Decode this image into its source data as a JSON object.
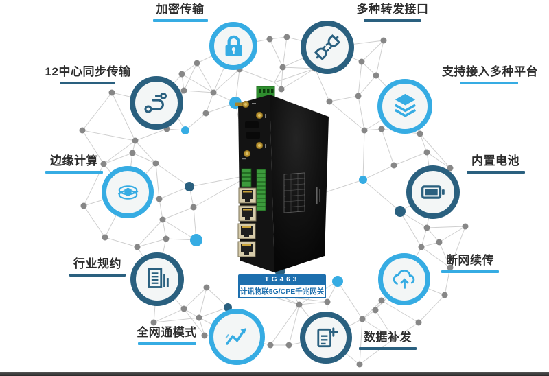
{
  "product": {
    "model": "TG463",
    "name": "计讯物联5G/CPE千兆网关"
  },
  "features": [
    {
      "label": "加密传输",
      "icon": "lock-icon",
      "tone": "light"
    },
    {
      "label": "多种转发接口",
      "icon": "plug-icon",
      "tone": "dark"
    },
    {
      "label": "12中心同步传输",
      "icon": "route-icon",
      "tone": "dark"
    },
    {
      "label": "支持接入多种平台",
      "icon": "layers-icon",
      "tone": "light"
    },
    {
      "label": "边缘计算",
      "icon": "edge-computing-icon",
      "tone": "light"
    },
    {
      "label": "内置电池",
      "icon": "battery-icon",
      "tone": "dark"
    },
    {
      "label": "行业规约",
      "icon": "document-report-icon",
      "tone": "dark"
    },
    {
      "label": "断网续传",
      "icon": "cloud-upload-icon",
      "tone": "light"
    },
    {
      "label": "全网通模式",
      "icon": "network-chart-icon",
      "tone": "light"
    },
    {
      "label": "数据补发",
      "icon": "document-plus-icon",
      "tone": "dark"
    }
  ],
  "colors": {
    "light_blue": "#36ACE3",
    "dark_teal": "#2A607F",
    "badge_blue": "#1D6FAE",
    "label_text": "#2D2D2D",
    "circle_fill": "#F3F6F6",
    "mesh_line": "#CFCFCF",
    "mesh_dot": "#878787"
  }
}
